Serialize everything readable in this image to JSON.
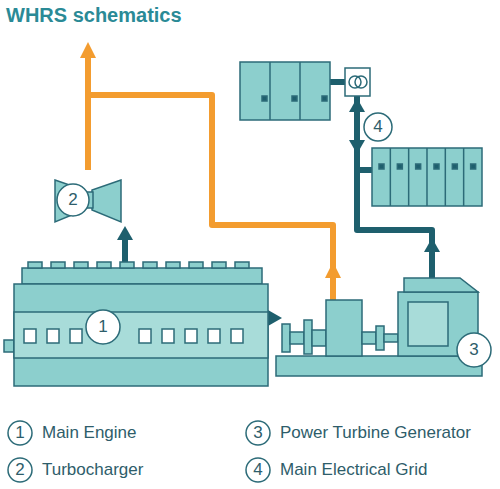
{
  "diagram": {
    "title": "WHRS schematics",
    "labels": [
      "2",
      "4",
      "1",
      "3",
      "1",
      "Main Engine",
      "3",
      "Power Turbine Generator",
      "2",
      "Turbocharger",
      "4",
      "Main Electrical Grid"
    ]
  }
}
